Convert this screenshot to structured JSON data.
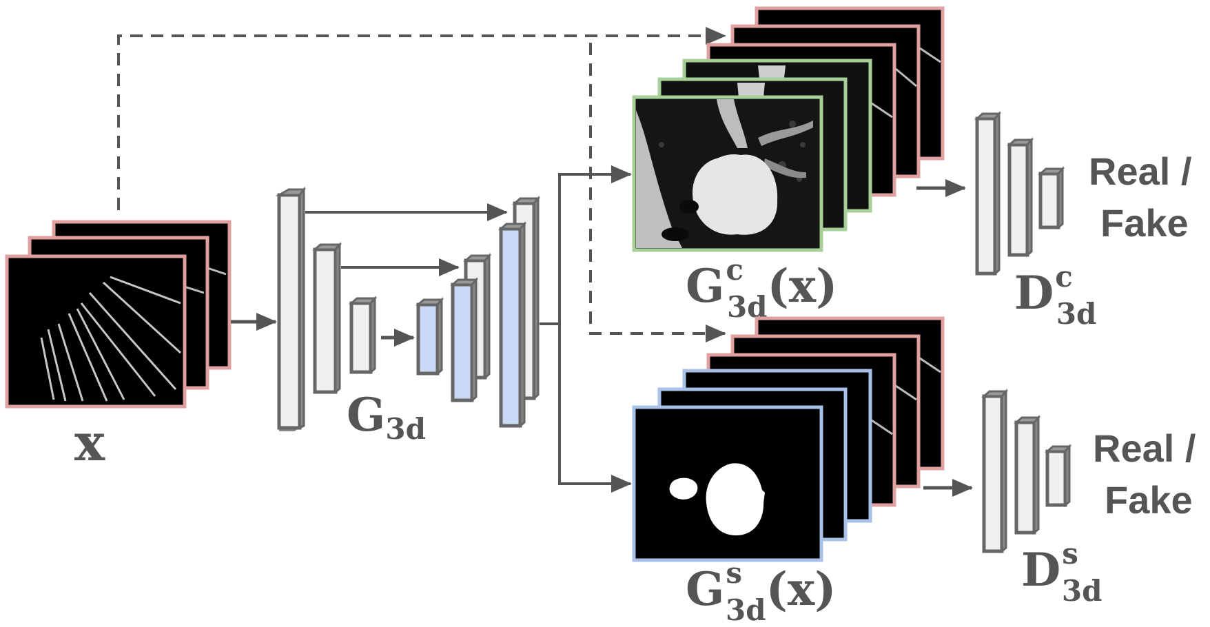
{
  "labels": {
    "input": "x",
    "generator": "G",
    "generator_sub": "3d",
    "gen_ct": "G",
    "gen_ct_sup": "c",
    "gen_ct_sub": "3d",
    "gen_ct_arg": "(x)",
    "gen_seg": "G",
    "gen_seg_sup": "s",
    "gen_seg_sub": "3d",
    "gen_seg_arg": "(x)",
    "disc_ct": "D",
    "disc_ct_sup": "c",
    "disc_ct_sub": "3d",
    "disc_seg": "D",
    "disc_seg_sup": "s",
    "disc_seg_sub": "3d",
    "real_fake_top_1": "Real /",
    "real_fake_top_2": "Fake",
    "real_fake_bottom_1": "Real /",
    "real_fake_bottom_2": "Fake"
  },
  "colors": {
    "pink_border": "#e0a0a0",
    "green_border": "#a9cf98",
    "blue_border": "#a9c1e8",
    "arrow": "#555555",
    "block_gray": "#f0f0f0",
    "block_blue": "#c9d8f5",
    "block_edge": "#666666"
  }
}
